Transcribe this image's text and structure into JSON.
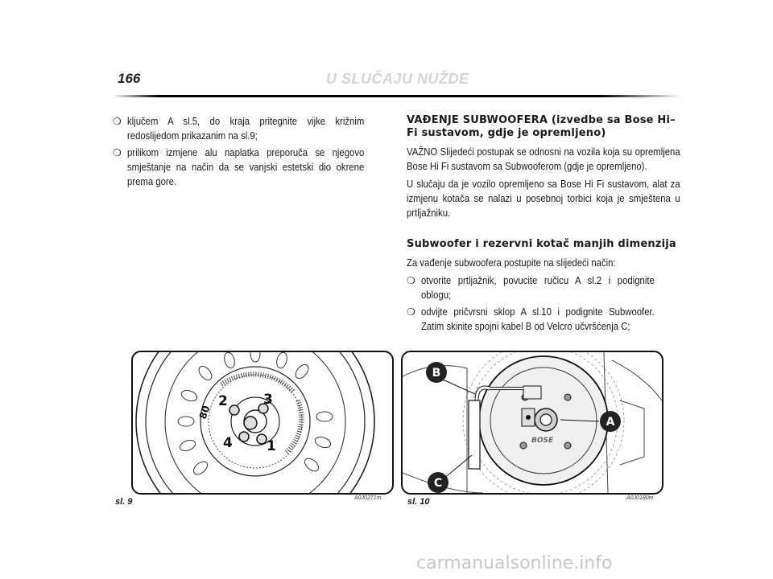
{
  "header": {
    "page_number": "166",
    "chapter_title": "U SLUČAJU NUŽDE"
  },
  "left_column": {
    "bullets": [
      "ključem A sl.5, do kraja pritegnite vijke križnim redoslijedom prikazanim na sl.9;",
      "prilikom izmjene alu naplatka preporuča se njegovo smještanje na način da se vanjski estetski dio okrene prema gore."
    ]
  },
  "right_column": {
    "heading1": "VAĐENJE SUBWOOFERA (izvedbe sa Bose Hi–Fi sustavom, gdje je opremljeno)",
    "para1": "VAŽNO Slijedeći postupak se odnosni na vozila koja su opremljena Bose Hi Fi sustavom sa Subwooferom (gdje je opremljeno).",
    "para2": "U slučaju da je vozilo opremljeno sa Bose Hi Fi sustavom, alat za izmjenu kotača se nalazi u posebnoj torbici koja je smještena u prtljažniku.",
    "heading2": "Subwoofer i rezervni kotač manjih dimenzija",
    "para3": "Za vađenje subwoofera postupite na slijedeći način:",
    "bullets": [
      "otvorite prtljažnik, povucite ručicu A sl.2 i podignite oblogu;",
      "odvijte pričvrsni sklop A sl.10 i podignite Subwoofer. Zatim skinite spojni kabel B od Velcro učvršćenja C;"
    ]
  },
  "figures": {
    "fig9": {
      "caption": "sl. 9",
      "code": "A0J0271m",
      "rim_label": "80",
      "bolt_labels": [
        "1",
        "2",
        "3",
        "4"
      ]
    },
    "fig10": {
      "caption": "sl. 10",
      "code": "A0J0180m",
      "callouts": [
        "A",
        "B",
        "C"
      ],
      "brand_mark": "BOSE"
    }
  },
  "bullet_glyph": "❍",
  "watermark": "carmanualsonline.info"
}
